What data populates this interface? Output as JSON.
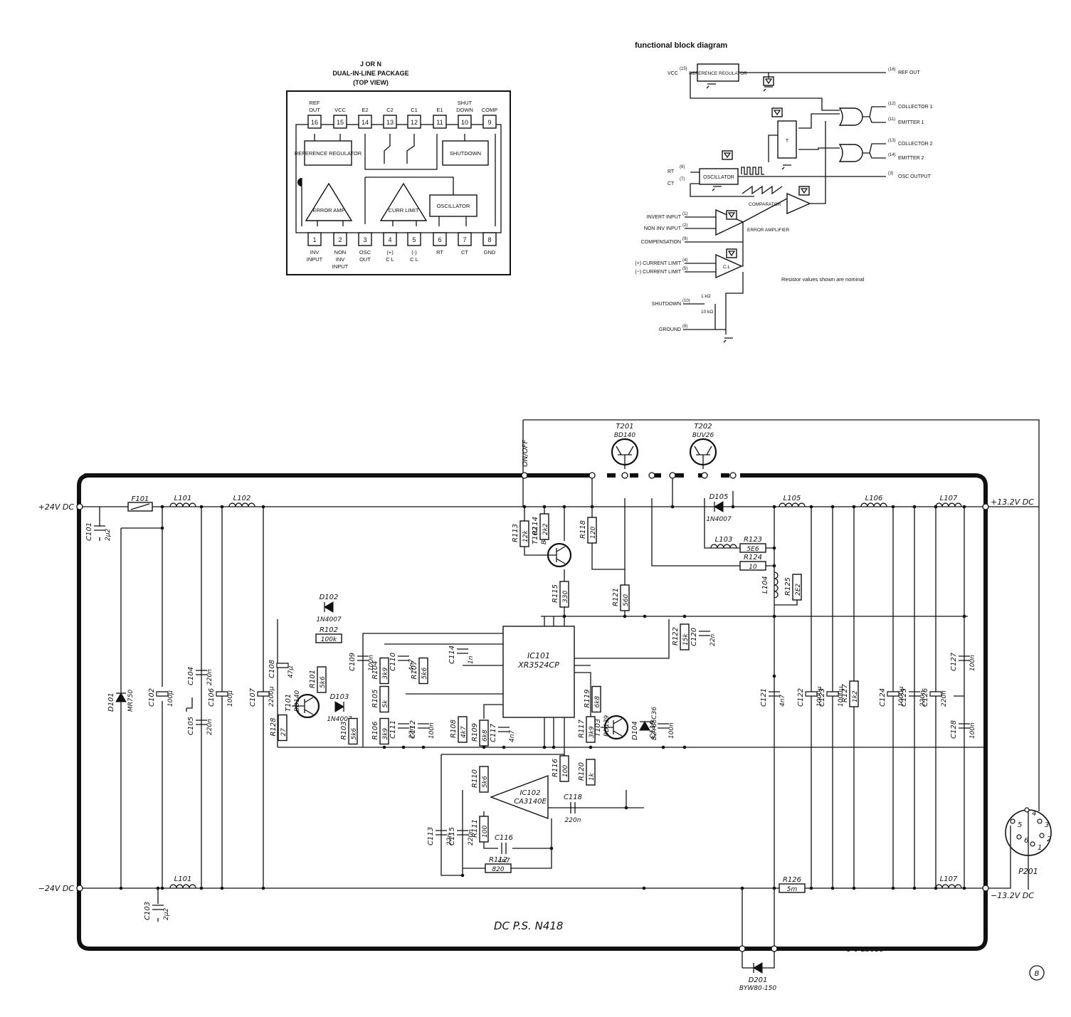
{
  "pinout": {
    "title_line1": "J OR N",
    "title_line2": "DUAL-IN-LINE PACKAGE",
    "title_line3": "(TOP VIEW)",
    "top_pins": [
      "16",
      "15",
      "14",
      "13",
      "12",
      "11",
      "10",
      "9"
    ],
    "top_labels": [
      "REF OUT",
      "VCC",
      "E2",
      "C2",
      "C1",
      "E1",
      "SHUT DOWN",
      "COMP"
    ],
    "bottom_pins": [
      "1",
      "2",
      "3",
      "4",
      "5",
      "6",
      "7",
      "8"
    ],
    "bottom_labels": [
      "INV INPUT",
      "NON INV INPUT",
      "OSC OUT",
      "(+) C L",
      "(-) C L",
      "RT",
      "CT",
      "GND"
    ],
    "blocks": {
      "reference_regulator": "REFERENCE REGULATOR",
      "shutdown": "SHUTDOWN",
      "error_amp": "ERROR AMP",
      "curr_limit": "CURR LIMIT",
      "oscillator": "OSCILLATOR"
    }
  },
  "block_diagram": {
    "title": "functional block diagram",
    "note": "Resistor values shown are nominal",
    "reference_regulator": "REFERENCE REGULATOR",
    "oscillator": "OSCILLATOR",
    "comparator": "COMPARATOR",
    "error_amplifier": "ERROR AMPLIFIER",
    "cl": "C.L",
    "flipflop": "T",
    "res1": "1 kΩ",
    "res2": "10 kΩ",
    "left_pins": [
      {
        "name": "VCC",
        "num": "(15)"
      },
      {
        "name": "RT",
        "num": "(6)"
      },
      {
        "name": "CT",
        "num": "(7)"
      },
      {
        "name": "INVERT INPUT",
        "num": "(1)"
      },
      {
        "name": "NON INV INPUT",
        "num": "(2)"
      },
      {
        "name": "COMPENSATION",
        "num": "(9)"
      },
      {
        "name": "(+) CURRENT LIMIT",
        "num": "(4)"
      },
      {
        "name": "(−) CURRENT LIMIT",
        "num": "(5)"
      },
      {
        "name": "SHUTDOWN",
        "num": "(10)"
      },
      {
        "name": "GROUND",
        "num": "(8)"
      }
    ],
    "right_pins": [
      {
        "name": "REF OUT",
        "num": "(16)"
      },
      {
        "name": "COLLECTOR 1",
        "num": "(12)"
      },
      {
        "name": "EMITTER 1",
        "num": "(11)"
      },
      {
        "name": "COLLECTOR 2",
        "num": "(13)"
      },
      {
        "name": "EMITTER 2",
        "num": "(14)"
      },
      {
        "name": "OSC OUTPUT",
        "num": "(3)"
      }
    ]
  },
  "schematic": {
    "title": "DC P.S. N418",
    "drawing_number": "5-0-23818",
    "page_mark": "B",
    "terminals": {
      "in_pos": "+24V DC",
      "in_neg": "−24V DC",
      "out_pos": "+13.2V DC",
      "out_neg": "−13.2V DC",
      "onoff": "ON/OFF"
    },
    "connector": {
      "ref": "P201",
      "pins": [
        "1",
        "2",
        "3",
        "4",
        "5",
        "6"
      ]
    },
    "transistors": [
      {
        "ref": "T201",
        "type": "BD140"
      },
      {
        "ref": "T202",
        "type": "BUV26"
      },
      {
        "ref": "T102",
        "type": "BD140"
      },
      {
        "ref": "T101",
        "type": "BD140"
      },
      {
        "ref": "T103",
        "type": "BD139"
      }
    ],
    "ics": [
      {
        "ref": "IC101",
        "type": "XR3524CP"
      },
      {
        "ref": "IC102",
        "type": "CA3140E"
      }
    ],
    "diodes": [
      {
        "ref": "D101",
        "type": "MR750"
      },
      {
        "ref": "D102",
        "type": "1N4007"
      },
      {
        "ref": "D103",
        "type": "1N4007"
      },
      {
        "ref": "D104",
        "type": "BZY85C36"
      },
      {
        "ref": "D105",
        "type": "1N4007"
      },
      {
        "ref": "D201",
        "type": "BYW80-150"
      }
    ],
    "fuse": {
      "ref": "F101"
    },
    "inductors": [
      "L101",
      "L102",
      "L103",
      "L104",
      "L105",
      "L106",
      "L107"
    ],
    "resistors": [
      {
        "ref": "R101",
        "value": "5k6"
      },
      {
        "ref": "R102",
        "value": "100k"
      },
      {
        "ref": "R103",
        "value": "5k6"
      },
      {
        "ref": "R104",
        "value": "3k9"
      },
      {
        "ref": "R105",
        "value": "5k"
      },
      {
        "ref": "R106",
        "value": "3k9"
      },
      {
        "ref": "R107",
        "value": "5k6"
      },
      {
        "ref": "R108",
        "value": "4k7"
      },
      {
        "ref": "R109",
        "value": "6k8"
      },
      {
        "ref": "R110",
        "value": "5k6"
      },
      {
        "ref": "R111",
        "value": "100"
      },
      {
        "ref": "R112",
        "value": "820"
      },
      {
        "ref": "R113",
        "value": "12k"
      },
      {
        "ref": "R114",
        "value": "2k2"
      },
      {
        "ref": "R115",
        "value": "330"
      },
      {
        "ref": "R116",
        "value": "100"
      },
      {
        "ref": "R117",
        "value": "3k9"
      },
      {
        "ref": "R118",
        "value": "120"
      },
      {
        "ref": "R119",
        "value": "6k8"
      },
      {
        "ref": "R120",
        "value": "1k"
      },
      {
        "ref": "R121",
        "value": "560"
      },
      {
        "ref": "R122",
        "value": "15k"
      },
      {
        "ref": "R123",
        "value": "5E6"
      },
      {
        "ref": "R124",
        "value": "10"
      },
      {
        "ref": "R125",
        "value": "2E2"
      },
      {
        "ref": "R126",
        "value": "5m"
      },
      {
        "ref": "R127",
        "value": "1k2"
      },
      {
        "ref": "R128",
        "value": "27"
      }
    ],
    "capacitors": [
      {
        "ref": "C101",
        "value": "2μ2"
      },
      {
        "ref": "C102",
        "value": "100μ"
      },
      {
        "ref": "C103",
        "value": "2μ2"
      },
      {
        "ref": "C104",
        "value": "220n"
      },
      {
        "ref": "C105",
        "value": "220n"
      },
      {
        "ref": "C106",
        "value": "100μ"
      },
      {
        "ref": "C107",
        "value": "2200μ"
      },
      {
        "ref": "C108",
        "value": "47μ"
      },
      {
        "ref": "C109",
        "value": "100n"
      },
      {
        "ref": "C110",
        "value": "4n7"
      },
      {
        "ref": "C111",
        "value": "22n"
      },
      {
        "ref": "C112",
        "value": "100n"
      },
      {
        "ref": "C113",
        "value": "22n"
      },
      {
        "ref": "C114",
        "value": "1n"
      },
      {
        "ref": "C115",
        "value": "220n"
      },
      {
        "ref": "C116",
        "value": "4n7"
      },
      {
        "ref": "C117",
        "value": "4n7"
      },
      {
        "ref": "C118",
        "value": "220n"
      },
      {
        "ref": "C119",
        "value": "100n"
      },
      {
        "ref": "C120",
        "value": "22n"
      },
      {
        "ref": "C121",
        "value": "4n7"
      },
      {
        "ref": "C122",
        "value": "1000μ"
      },
      {
        "ref": "C123",
        "value": "1000μ"
      },
      {
        "ref": "C124",
        "value": "1000μ"
      },
      {
        "ref": "C125",
        "value": "220n"
      },
      {
        "ref": "C126",
        "value": "220n"
      },
      {
        "ref": "C127",
        "value": "100n"
      },
      {
        "ref": "C128",
        "value": "100n"
      }
    ]
  }
}
